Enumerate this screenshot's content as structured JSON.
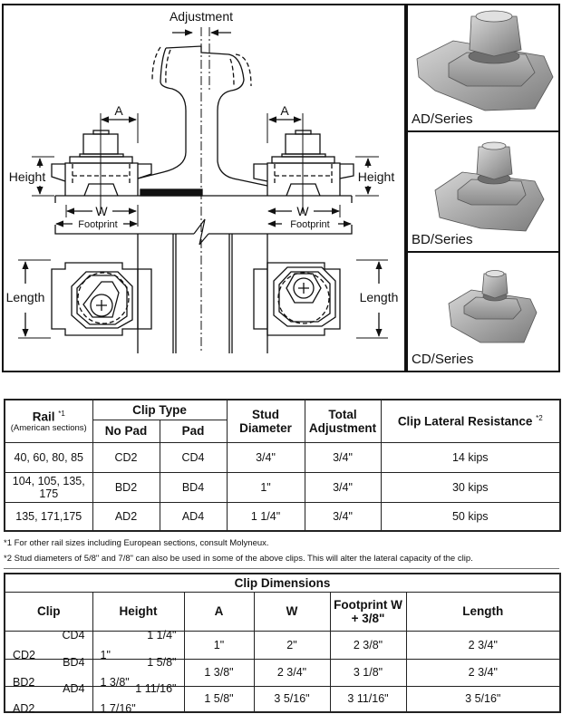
{
  "drawing": {
    "adjustment_label": "Adjustment",
    "a_label": "A",
    "height_label": "Height",
    "w_label": "W",
    "footprint_label": "Footprint",
    "length_label": "Length"
  },
  "photos": [
    {
      "label": "AD/Series"
    },
    {
      "label": "BD/Series"
    },
    {
      "label": "CD/Series"
    }
  ],
  "clip_table": {
    "headers": {
      "rail": "Rail",
      "rail_note": "*1",
      "rail_sub": "(American sections)",
      "clip_type": "Clip Type",
      "no_pad": "No Pad",
      "pad": "Pad",
      "stud_diameter": "Stud Diameter",
      "total_adjustment": "Total Adjustment",
      "lateral": "Clip Lateral Resistance",
      "lateral_note": "*2"
    },
    "rows": [
      {
        "rail": "40, 60, 80, 85",
        "no_pad": "CD2",
        "pad": "CD4",
        "stud": "3/4\"",
        "adjustment": "3/4\"",
        "resistance": "14 kips"
      },
      {
        "rail": "104, 105, 135, 175",
        "no_pad": "BD2",
        "pad": "BD4",
        "stud": "1\"",
        "adjustment": "3/4\"",
        "resistance": "30 kips"
      },
      {
        "rail": "135, 171,175",
        "no_pad": "AD2",
        "pad": "AD4",
        "stud": "1 1/4\"",
        "adjustment": "3/4\"",
        "resistance": "50 kips"
      }
    ]
  },
  "footnotes": [
    "*1  For other rail sizes including European sections, consult Molyneux.",
    "*2  Stud diameters of 5/8\" and 7/8\" can also be used in some of the above clips.  This will alter the lateral capacity of the clip."
  ],
  "dimensions_table": {
    "title": "Clip Dimensions",
    "headers": {
      "clip": "Clip",
      "height": "Height",
      "a": "A",
      "w": "W",
      "footprint": "Footprint W + 3/8\"",
      "length": "Length"
    },
    "rows": [
      {
        "clip_a": "CD2",
        "clip_b": "CD4",
        "height_a": "1\"",
        "height_b": "1 1/4\"",
        "a": "1\"",
        "w": "2\"",
        "footprint": "2 3/8\"",
        "length": "2 3/4\""
      },
      {
        "clip_a": "BD2",
        "clip_b": "BD4",
        "height_a": "1 3/8\"",
        "height_b": "1 5/8\"",
        "a": "1 3/8\"",
        "w": "2 3/4\"",
        "footprint": "3 1/8\"",
        "length": "2 3/4\""
      },
      {
        "clip_a": "AD2",
        "clip_b": "AD4",
        "height_a": "1 7/16\"",
        "height_b": "1 11/16\"",
        "a": "1 5/8\"",
        "w": "3 5/16\"",
        "footprint": "3 11/16\"",
        "length": "3 5/16\""
      }
    ]
  }
}
